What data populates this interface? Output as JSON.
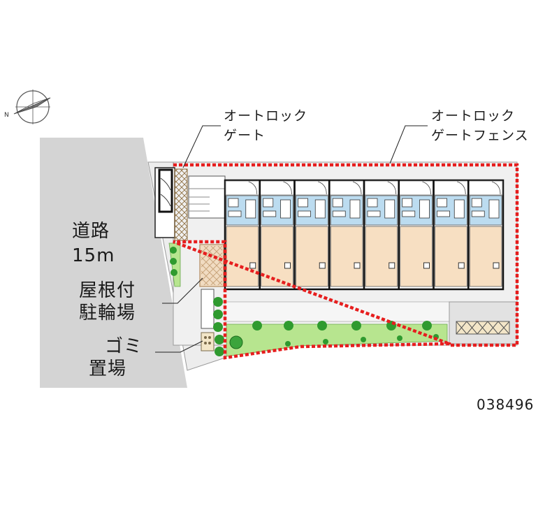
{
  "labels": {
    "road_name": "道路",
    "road_width": "15m",
    "bike_parking_line1": "屋根付",
    "bike_parking_line2": "駐輪場",
    "trash_line1": "ゴミ",
    "trash_line2": "置場",
    "autolock_gate_line1": "オートロック",
    "autolock_gate_line2": "ゲート",
    "autolock_fence_line1": "オートロック",
    "autolock_fence_line2": "ゲートフェンス",
    "property_id": "038496",
    "compass_north": "N"
  },
  "colors": {
    "road": "#d4d4d4",
    "building_floor": "#f7dfc2",
    "wet_area": "#bcdcf0",
    "greenery": "#b7e58f",
    "trees": "#2f9a2f",
    "fence": "#e61e1e",
    "paving": "#eeeeee",
    "bike_shed": "#f1dcc2"
  },
  "units": {
    "count": 8
  }
}
